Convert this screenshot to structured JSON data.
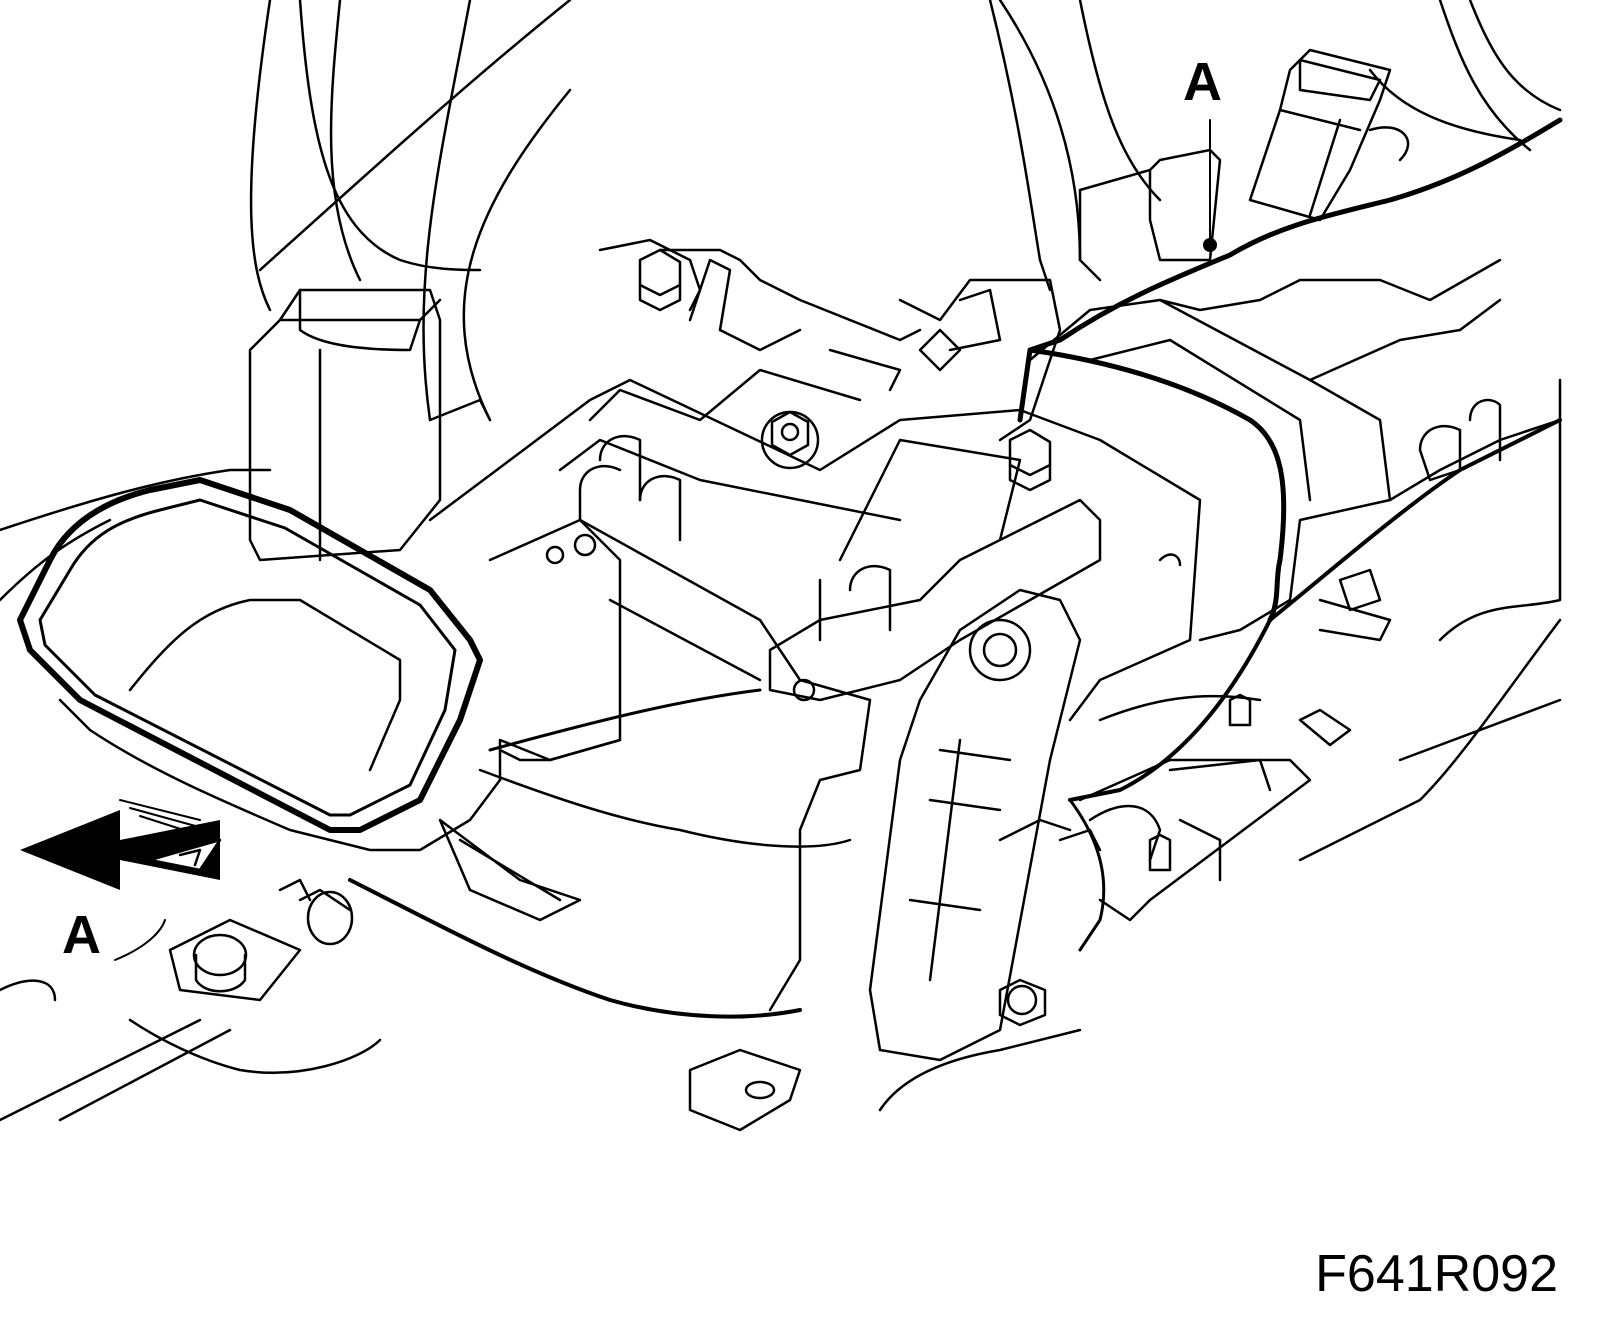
{
  "callouts": {
    "top": "A",
    "left": "A"
  },
  "figure_code": "F641R092",
  "colors": {
    "line": "#000000",
    "background": "#ffffff"
  },
  "icons": {
    "direction_arrow": "thick-arrow-left-icon",
    "leader_dot": "leader-dot-icon"
  }
}
